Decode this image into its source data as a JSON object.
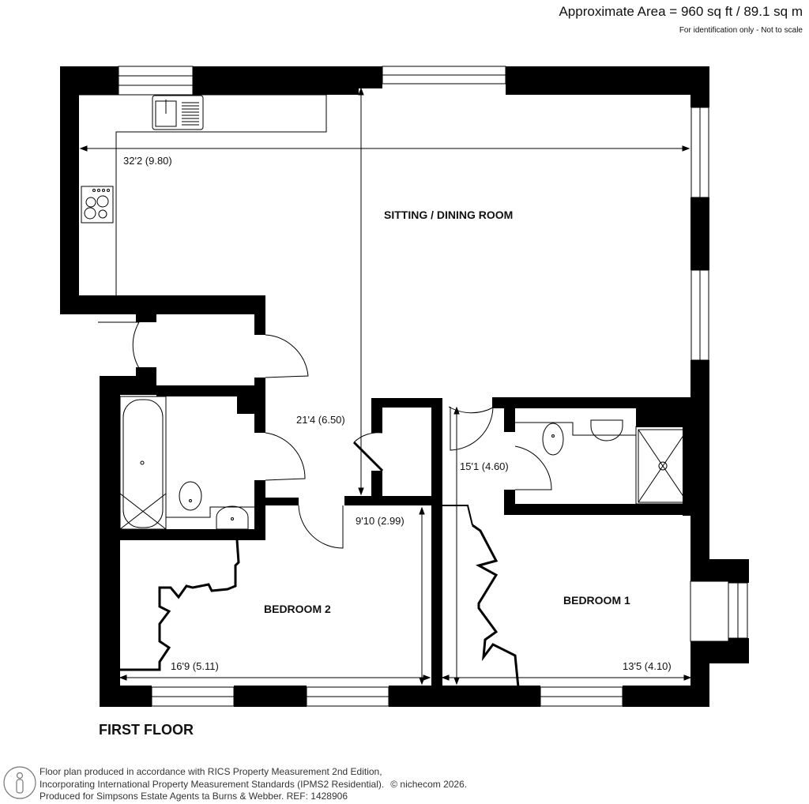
{
  "header": {
    "area": "Approximate Area = 960 sq ft / 89.1 sq m",
    "note": "For identification only - Not to scale"
  },
  "rooms": {
    "sitting": "SITTING / DINING ROOM",
    "bedroom2": "BEDROOM 2",
    "bedroom1": "BEDROOM 1"
  },
  "dimensions": {
    "sitting_width": "32'2 (9.80)",
    "sitting_depth": "21'4 (6.50)",
    "bedroom1_depth": "15'1 (4.60)",
    "bedroom2_depth": "9'10 (2.99)",
    "bedroom2_width": "16'9 (5.11)",
    "bedroom1_width": "13'5 (4.10)"
  },
  "floor_label": "FIRST FLOOR",
  "footer": {
    "line1": "Floor plan produced in accordance with RICS Property Measurement 2nd Edition,",
    "line2": "Incorporating International Property Measurement Standards (IPMS2 Residential).",
    "copyright": "© nichecom 2026.",
    "line3": "Produced for Simpsons Estate Agents ta Burns & Webber.   REF: 1428906"
  },
  "icons": {
    "logo": "person-outline-icon"
  }
}
